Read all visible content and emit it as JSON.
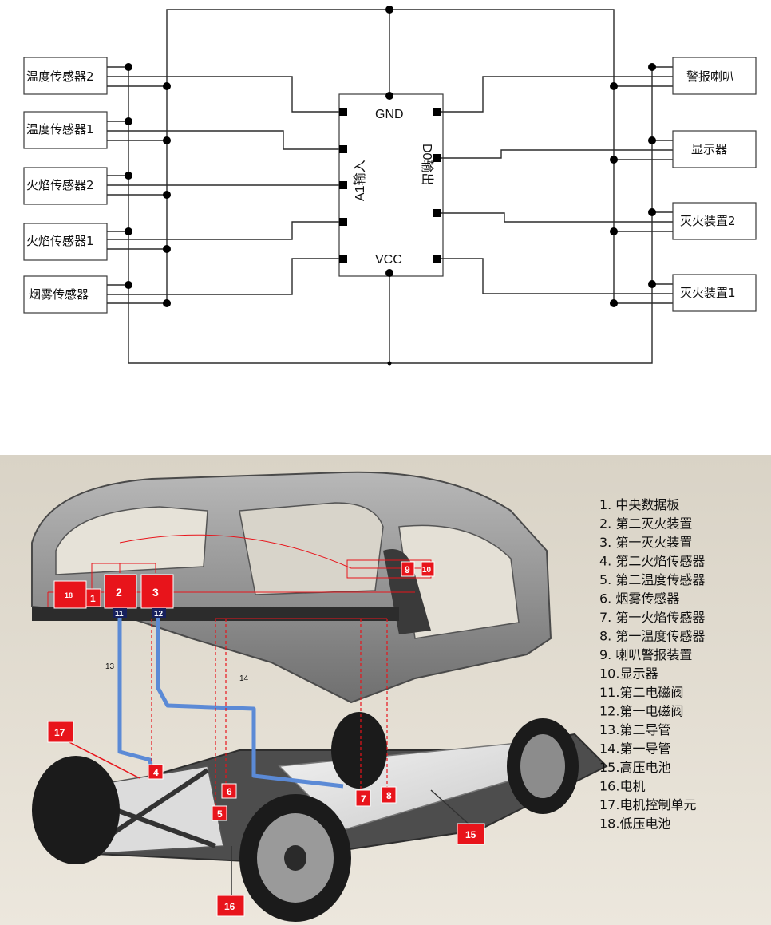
{
  "circuit": {
    "left_sensors": [
      "温度传感器2",
      "温度传感器1",
      "火焰传感器2",
      "火焰传感器1",
      "烟雾传感器"
    ],
    "right_devices": [
      "警报喇叭",
      "显示器",
      "灭火装置2",
      "灭火装置1"
    ],
    "chip": {
      "gnd": "GND",
      "vcc": "VCC",
      "input": "A1输入",
      "output": "D0输出"
    }
  },
  "car_diagram": {
    "legend": [
      "1.  中央数据板",
      "2.  第二灭火装置",
      "3.  第一灭火装置",
      "4.  第二火焰传感器",
      "5.  第二温度传感器",
      "6.  烟雾传感器",
      "7.  第一火焰传感器",
      "8.  第一温度传感器",
      "9.  喇叭警报装置",
      "10.显示器",
      "11.第二电磁阀",
      "12.第一电磁阀",
      "13.第二导管",
      "14.第一导管",
      "15.高压电池",
      "16.电机",
      "17.电机控制单元",
      "18.低压电池"
    ],
    "callouts": {
      "c1": "1",
      "c2": "2",
      "c3": "3",
      "c4": "4",
      "c5": "5",
      "c6": "6",
      "c7": "7",
      "c8": "8",
      "c9": "9",
      "c10": "10",
      "c11": "11",
      "c12": "12",
      "c13": "13",
      "c14": "14",
      "c15": "15",
      "c16": "16",
      "c17": "17",
      "c18": "18"
    }
  }
}
